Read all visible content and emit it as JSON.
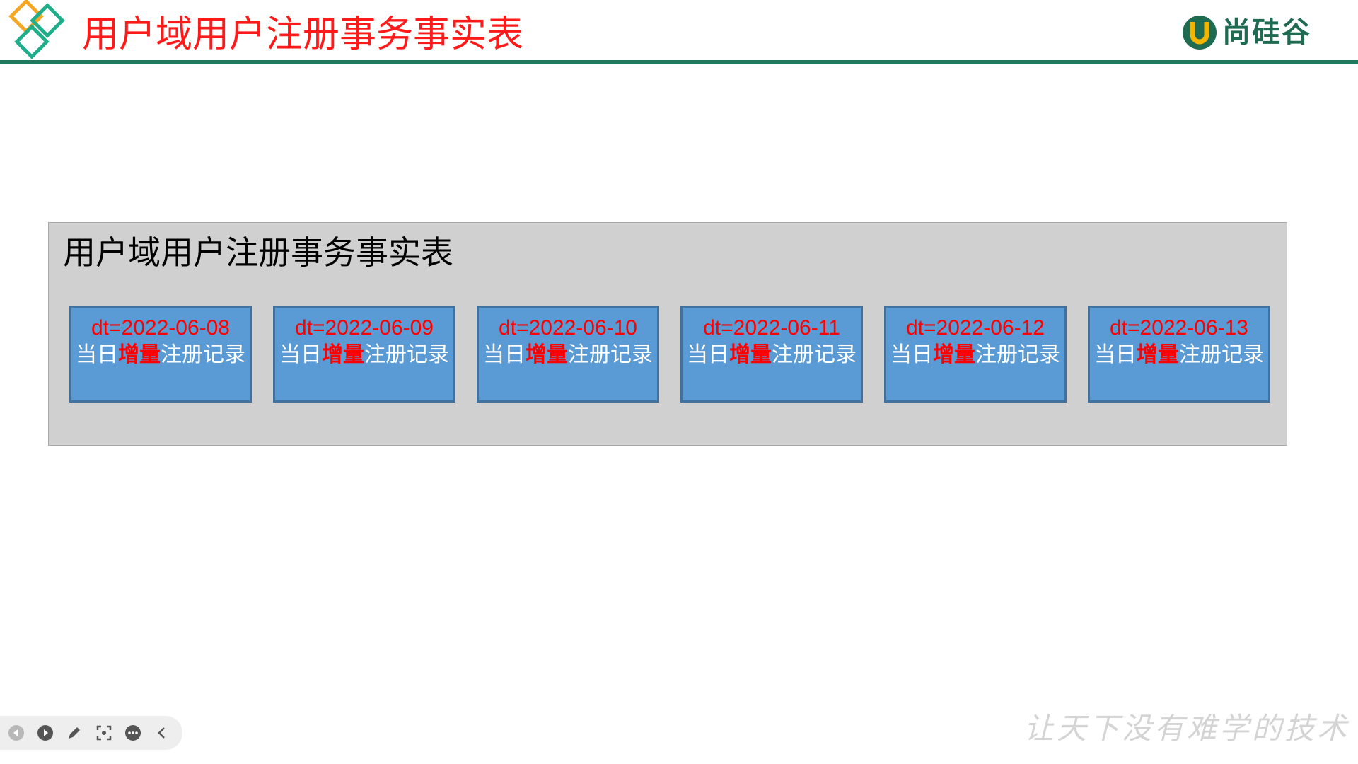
{
  "header": {
    "title": "用户域用户注册事务事实表",
    "brand_text": "尚硅谷",
    "brand_color": "#1f6b52",
    "title_color": "#ff1a1a",
    "rule_color": "#1d7a5f"
  },
  "panel": {
    "title": "用户域用户注册事务事实表",
    "partitions": [
      {
        "dt": "dt=2022-06-08",
        "prefix": "当日",
        "highlight": "增量",
        "suffix": "注册记录"
      },
      {
        "dt": "dt=2022-06-09",
        "prefix": "当日",
        "highlight": "增量",
        "suffix": "注册记录"
      },
      {
        "dt": "dt=2022-06-10",
        "prefix": "当日",
        "highlight": "增量",
        "suffix": "注册记录"
      },
      {
        "dt": "dt=2022-06-11",
        "prefix": "当日",
        "highlight": "增量",
        "suffix": "注册记录"
      },
      {
        "dt": "dt=2022-06-12",
        "prefix": "当日",
        "highlight": "增量",
        "suffix": "注册记录"
      },
      {
        "dt": "dt=2022-06-13",
        "prefix": "当日",
        "highlight": "增量",
        "suffix": "注册记录"
      }
    ]
  },
  "toolbar": {
    "buttons": [
      {
        "icon": "previous-icon"
      },
      {
        "icon": "next-icon"
      },
      {
        "icon": "pen-icon"
      },
      {
        "icon": "zoom-icon"
      },
      {
        "icon": "more-icon"
      },
      {
        "icon": "collapse-icon"
      }
    ]
  },
  "footer": {
    "slogan": "让天下没有难学的技术"
  }
}
